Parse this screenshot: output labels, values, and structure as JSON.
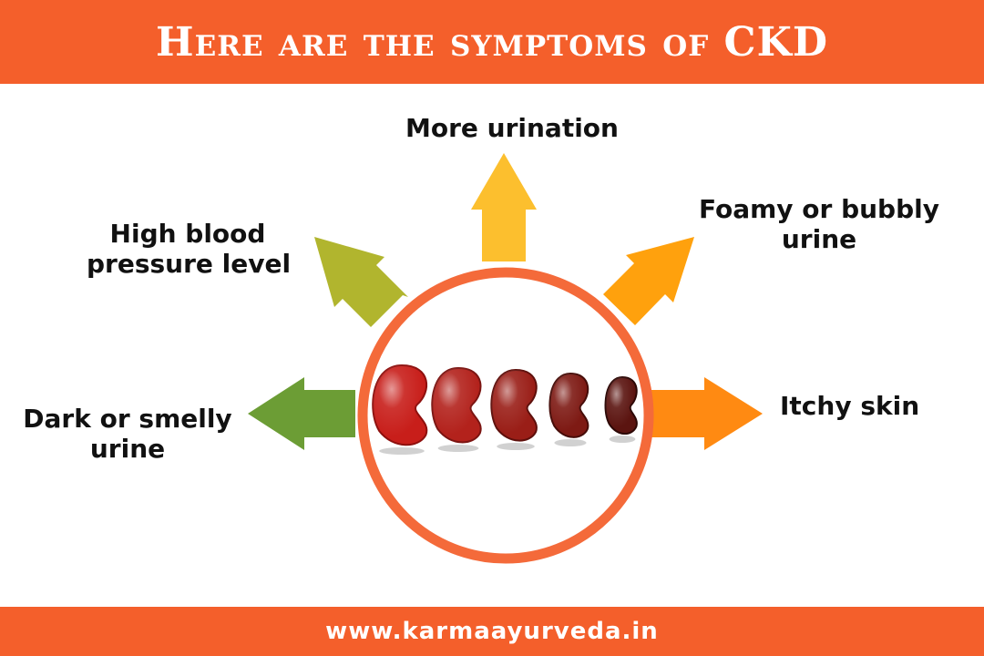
{
  "header": {
    "title": "Here are the symptoms of CKD"
  },
  "symptoms": {
    "top": {
      "lines": [
        "More urination"
      ],
      "arrow_color": "#fcbf2e"
    },
    "top_left": {
      "lines": [
        "High blood",
        "pressure level"
      ],
      "arrow_color": "#b1b52e"
    },
    "top_right": {
      "lines": [
        "Foamy or bubbly",
        "urine"
      ],
      "arrow_color": "#ffa10d"
    },
    "left": {
      "lines": [
        "Dark or smelly",
        "urine"
      ],
      "arrow_color": "#6c9d35"
    },
    "right": {
      "lines": [
        "Itchy skin"
      ],
      "arrow_color": "#ff8a12"
    }
  },
  "center": {
    "ring_color": "#f46a3a",
    "icon": "kidney-beans",
    "beans": [
      {
        "color": "#c81e1a",
        "dark": "#8e0f0d"
      },
      {
        "color": "#b3221c",
        "dark": "#7b1411"
      },
      {
        "color": "#9a1e17",
        "dark": "#5e0f0b"
      },
      {
        "color": "#7e1a14",
        "dark": "#460c08"
      },
      {
        "color": "#5b1410",
        "dark": "#2c0705"
      }
    ]
  },
  "footer": {
    "url": "www.karmaayurveda.in"
  }
}
